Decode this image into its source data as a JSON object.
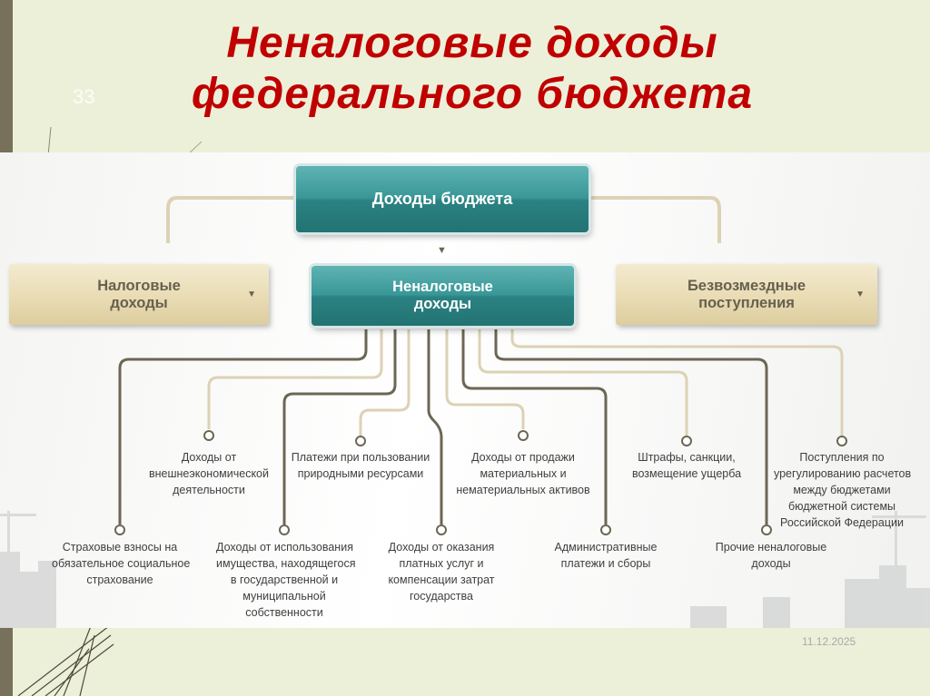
{
  "slide": {
    "number": "33",
    "title_line1": "Неналоговые доходы",
    "title_line2": "федерального бюджета",
    "date": "11.12.2025"
  },
  "diagram": {
    "root": "Доходы бюджета",
    "branches": {
      "tax": [
        "Налоговые",
        "доходы"
      ],
      "nontax": [
        "Неналоговые",
        "доходы"
      ],
      "free": [
        "Безвозмездные",
        "поступления"
      ]
    },
    "leaves_upper": [
      [
        "Доходы от",
        "внешнеэкономической",
        "деятельности"
      ],
      [
        "Платежи при пользовании",
        "природными ресурсами"
      ],
      [
        "Доходы от продажи",
        "материальных и",
        "нематериальных активов"
      ],
      [
        "Штрафы, санкции,",
        "возмещение ущерба"
      ],
      [
        "Поступления по",
        "урегулированию расчетов",
        "между бюджетами",
        "бюджетной системы",
        "Российской Федерации"
      ]
    ],
    "leaves_lower": [
      [
        "Страховые взносы на",
        "обязательное социальное",
        "страхование"
      ],
      [
        "Доходы от использования",
        "имущества, находящегося",
        "в государственной и",
        "муниципальной",
        "собственности"
      ],
      [
        "Доходы от оказания",
        "платных услуг и",
        "компенсации затрат",
        "государства"
      ],
      [
        "Административные",
        "платежи и сборы"
      ],
      [
        "Прочие неналоговые",
        "доходы"
      ]
    ],
    "colors": {
      "title": "#c00000",
      "teal": "#2b8282",
      "beige": "#e9dcb4",
      "connector_dark": "#6b6754",
      "connector_light": "#dcd2b4"
    }
  }
}
